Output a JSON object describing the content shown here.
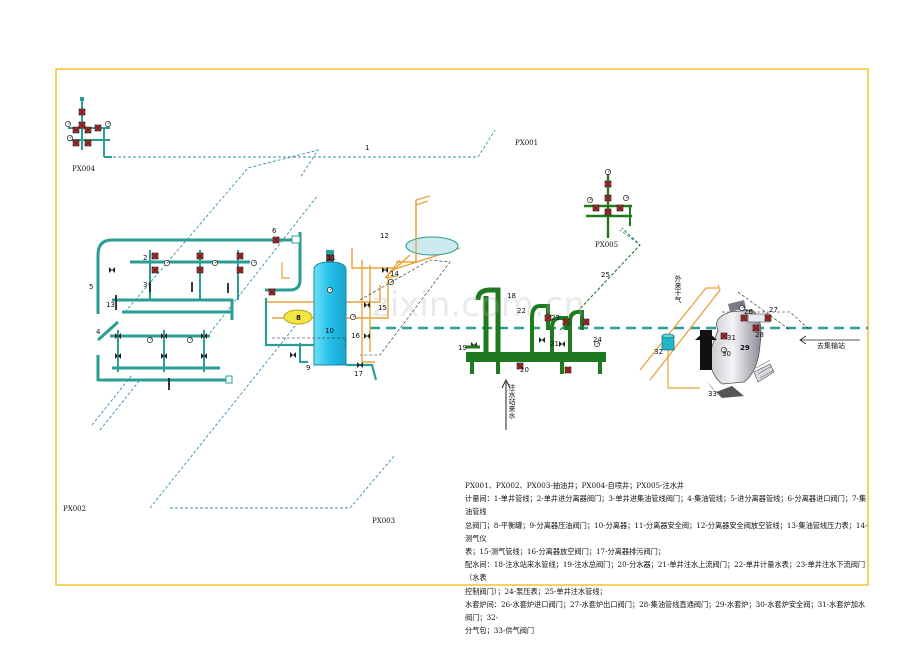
{
  "colors": {
    "frame": "#f0b400",
    "teal": "#2a9d95",
    "green": "#1f7a1f",
    "orange": "#e8a23a",
    "vessel": "#22c0e8",
    "valve_red": "#d12a2a",
    "dashed_blue": "#3a8fb0"
  },
  "wells": {
    "px001": "PX001",
    "px002": "PX002",
    "px003": "PX003",
    "px004": "PX004",
    "px005": "PX005"
  },
  "labels": {
    "inlet_water": "注水站来水",
    "to_station": "去集输站",
    "outside_gas": "外来干气",
    "watermark": "zixin.com.cn"
  },
  "numbers": [
    "1",
    "2",
    "3",
    "4",
    "5",
    "6",
    "8",
    "9",
    "10",
    "11",
    "12",
    "13",
    "14",
    "15",
    "16",
    "17",
    "18",
    "19",
    "20",
    "21",
    "22",
    "23",
    "24",
    "25",
    "26",
    "27",
    "28",
    "29",
    "30",
    "31",
    "32",
    "33"
  ],
  "legend": {
    "lines": [
      "PX001、PX002、PX003-抽油井；PX004-自喷井；PX005-注水井",
      "计量间：1-单井管线；2-单井进分离器阀门；3-单井进集油管线阀门；4-集油管线；5-进分离器管线；6-分离器进口阀门；7-集油管线",
      "总阀门；8-平衡罐；9-分离器压油阀门；10-分离器；11-分离器安全阀；12-分离器安全阀放空管线；13-集油管线压力表；14-测气仪",
      "表；15-测气管线；16-分离器放空阀门；17-分离器排污阀门；",
      "配水间：18-注水站来水管线；19-注水总阀门；20-分水器；21-单井注水上流阀门；22-单井计量水表；23-单井注水下流阀门（水表",
      "控制阀门）；24-泵压表；25-单井注水管线；",
      "水套炉间：26-水套炉进口阀门；27-水套炉出口阀门；28-集油管线直通阀门；29-水套炉；30-水套炉安全阀；31-水套炉加水阀门；32-",
      "分气包；33-供气阀门"
    ]
  }
}
